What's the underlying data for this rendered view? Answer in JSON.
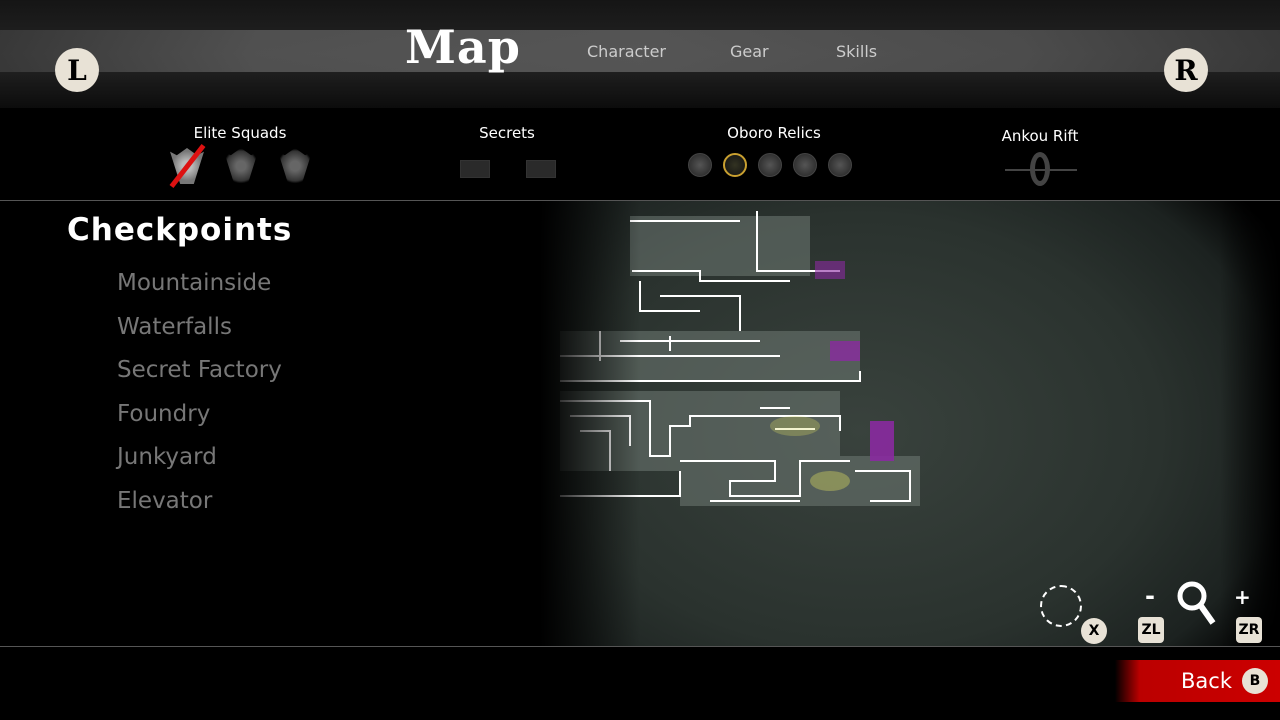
{
  "header": {
    "title": "Map",
    "tabs": [
      "Character",
      "Gear",
      "Skills"
    ],
    "left_button": "L",
    "right_button": "R"
  },
  "collectibles": {
    "elite_squads": {
      "label": "Elite Squads",
      "total": 3,
      "defeated": 1
    },
    "secrets": {
      "label": "Secrets",
      "total": 2,
      "found": 0
    },
    "oboro_relics": {
      "label": "Oboro Relics",
      "total": 5,
      "found": 1
    },
    "ankou_rift": {
      "label": "Ankou Rift"
    }
  },
  "checkpoints": {
    "title": "Checkpoints",
    "items": [
      "Mountainside",
      "Waterfalls",
      "Secret Factory",
      "Foundry",
      "Junkyard",
      "Elevator"
    ]
  },
  "controls": {
    "center_button": "X",
    "zoom_out": "-",
    "zoom_out_button": "ZL",
    "zoom_in": "+",
    "zoom_in_button": "ZR"
  },
  "footer": {
    "back_label": "Back",
    "back_button": "B"
  },
  "colors": {
    "accent_red": "#c00000",
    "relic_gold": "#c9a030",
    "map_purple": "#8a2aa0"
  }
}
